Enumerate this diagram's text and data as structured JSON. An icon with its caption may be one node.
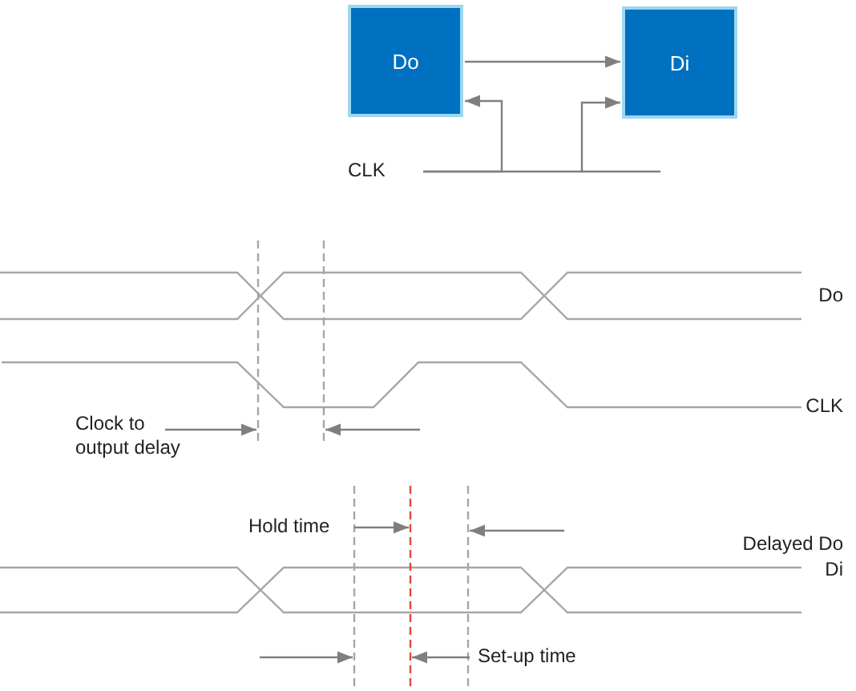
{
  "diagram": {
    "nodes": [
      {
        "text": [
          "Do"
        ]
      },
      {
        "text": [
          "Di"
        ]
      },
      {
        "text": [
          "CLK"
        ]
      }
    ],
    "edges": [
      {
        "from": 0,
        "to": 1,
        "arrow": "to"
      },
      {
        "from": 2,
        "to": 0,
        "arrow": "to"
      },
      {
        "from": 2,
        "to": 1,
        "arrow": "to"
      }
    ],
    "labels": [
      "Do",
      "CLK",
      "Clock to output delay",
      "Hold time",
      "Delayed Do",
      "Di",
      "Set-up time"
    ]
  }
}
